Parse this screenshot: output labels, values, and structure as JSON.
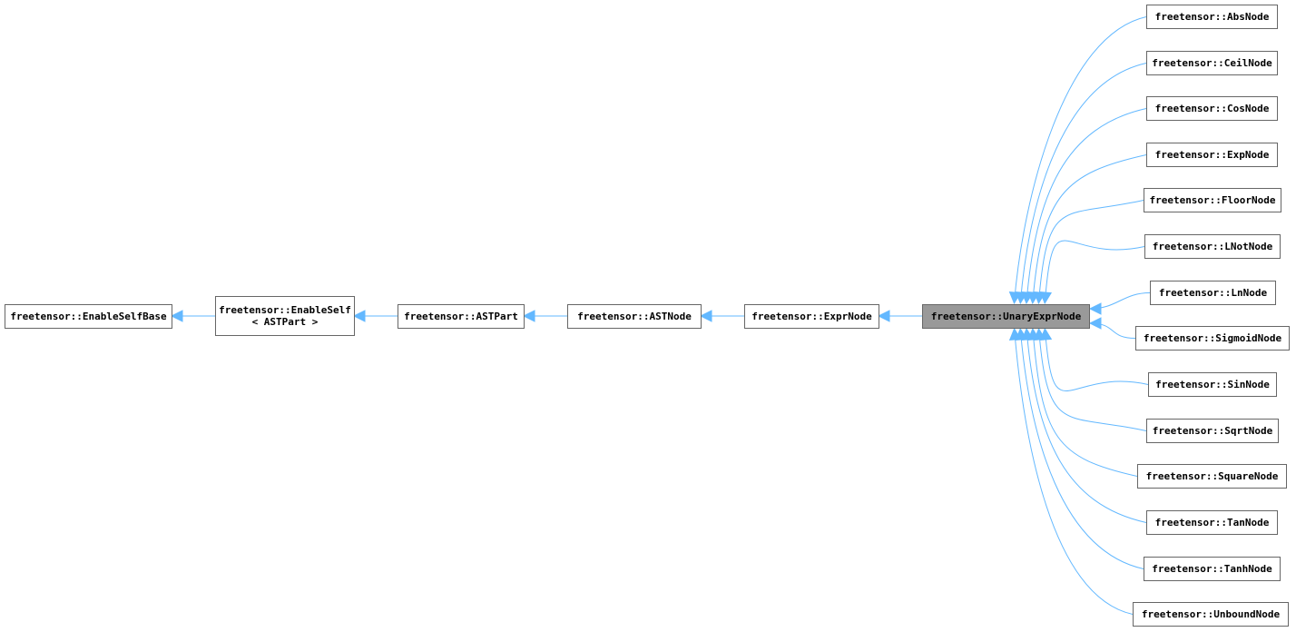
{
  "diagram": {
    "edge_color": "#63b8ff",
    "node_border": "#666666",
    "current_fill": "#999999",
    "nodes": {
      "enable_self_base": {
        "label": "freetensor::EnableSelfBase"
      },
      "enable_self": {
        "line1": "freetensor::EnableSelf",
        "line2": "< ASTPart >"
      },
      "ast_part": {
        "label": "freetensor::ASTPart"
      },
      "ast_node": {
        "label": "freetensor::ASTNode"
      },
      "expr_node": {
        "label": "freetensor::ExprNode"
      },
      "unary_expr_node": {
        "label": "freetensor::UnaryExprNode"
      }
    },
    "subclasses": [
      "freetensor::AbsNode",
      "freetensor::CeilNode",
      "freetensor::CosNode",
      "freetensor::ExpNode",
      "freetensor::FloorNode",
      "freetensor::LNotNode",
      "freetensor::LnNode",
      "freetensor::SigmoidNode",
      "freetensor::SinNode",
      "freetensor::SqrtNode",
      "freetensor::SquareNode",
      "freetensor::TanNode",
      "freetensor::TanhNode",
      "freetensor::UnboundNode"
    ]
  }
}
